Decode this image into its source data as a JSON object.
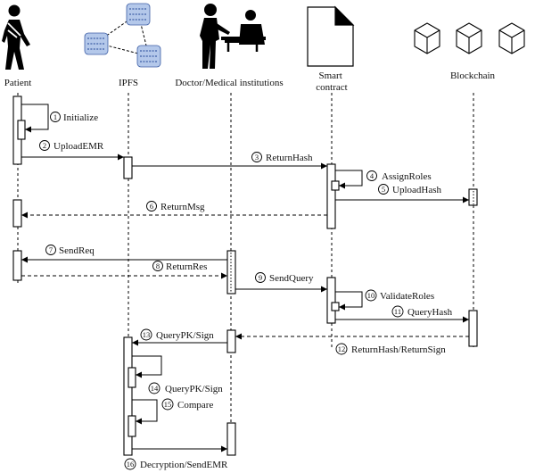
{
  "participants": [
    {
      "id": "patient",
      "label": [
        "Patient"
      ],
      "icon": "patient-icon"
    },
    {
      "id": "ipfs",
      "label": [
        "IPFS"
      ],
      "icon": "ipfs-network-icon"
    },
    {
      "id": "doctor",
      "label": [
        "Doctor/Medical institutions"
      ],
      "icon": "doctor-icon"
    },
    {
      "id": "contract",
      "label": [
        "Smart",
        "contract"
      ],
      "icon": "smart-contract-icon"
    },
    {
      "id": "chain",
      "label": [
        "Blockchain"
      ],
      "icon": "blockchain-icon"
    }
  ],
  "messages": [
    {
      "n": "1",
      "label": "Initialize",
      "from": "patient",
      "to": "patient",
      "type": "self"
    },
    {
      "n": "2",
      "label": "UploadEMR",
      "from": "patient",
      "to": "ipfs",
      "type": "call"
    },
    {
      "n": "3",
      "label": "ReturnHash",
      "from": "ipfs",
      "to": "contract",
      "type": "call"
    },
    {
      "n": "4",
      "label": "AssignRoles",
      "from": "contract",
      "to": "contract",
      "type": "self"
    },
    {
      "n": "5",
      "label": "UploadHash",
      "from": "contract",
      "to": "chain",
      "type": "call"
    },
    {
      "n": "6",
      "label": "ReturnMsg",
      "from": "contract",
      "to": "patient",
      "type": "return"
    },
    {
      "n": "7",
      "label": "SendReq",
      "from": "doctor",
      "to": "patient",
      "type": "call"
    },
    {
      "n": "8",
      "label": "ReturnRes",
      "from": "patient",
      "to": "doctor",
      "type": "return"
    },
    {
      "n": "9",
      "label": "SendQuery",
      "from": "doctor",
      "to": "contract",
      "type": "call"
    },
    {
      "n": "10",
      "label": "ValidateRoles",
      "from": "contract",
      "to": "contract",
      "type": "self"
    },
    {
      "n": "11",
      "label": "QueryHash",
      "from": "contract",
      "to": "chain",
      "type": "call"
    },
    {
      "n": "12",
      "label": "ReturnHash/ReturnSign",
      "from": "chain",
      "to": "doctor",
      "type": "return"
    },
    {
      "n": "13",
      "label": "QueryPK/Sign",
      "from": "doctor",
      "to": "ipfs",
      "type": "call"
    },
    {
      "n": "14",
      "label": "QueryPK/Sign",
      "from": "ipfs",
      "to": "ipfs",
      "type": "self"
    },
    {
      "n": "15",
      "label": "Compare",
      "from": "ipfs",
      "to": "ipfs",
      "type": "self"
    },
    {
      "n": "16",
      "label": "Decryption/SendEMR",
      "from": "ipfs",
      "to": "doctor",
      "type": "call"
    }
  ]
}
